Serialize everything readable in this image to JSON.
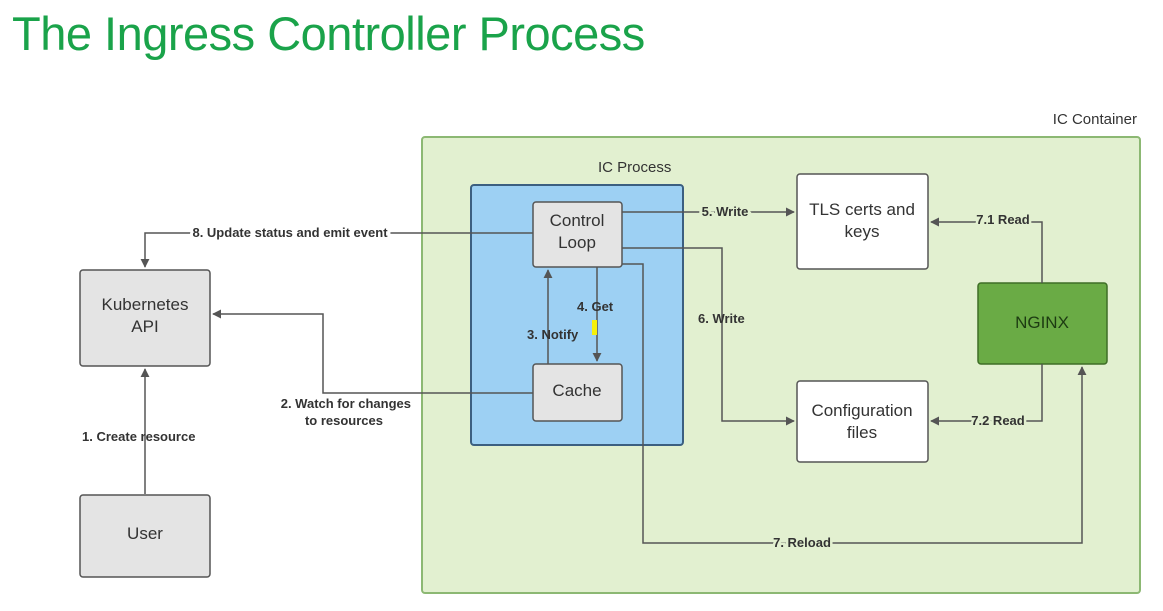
{
  "title": "The Ingress Controller Process",
  "colors": {
    "title": "#1aa34a",
    "container_fill": "#e2f0d0",
    "container_stroke": "#8cb873",
    "process_fill": "#9dd0f3",
    "process_stroke": "#3c5f80",
    "nginx_fill": "#6aab45",
    "gray_box_fill": "#e4e4e4",
    "arrow": "#555555",
    "highlight": "#f5f10a"
  },
  "containers": {
    "ic_container": "IC Container",
    "ic_process": "IC Process"
  },
  "nodes": {
    "kubernetes_api": [
      "Kubernetes",
      "API"
    ],
    "user": "User",
    "control_loop": [
      "Control",
      "Loop"
    ],
    "cache": "Cache",
    "tls": [
      "TLS certs and",
      "keys"
    ],
    "config": [
      "Configuration",
      "files"
    ],
    "nginx": "NGINX"
  },
  "edges": {
    "create_resource": "1. Create resource",
    "watch": [
      "2. Watch for changes",
      "to resources"
    ],
    "notify": "3. Notify",
    "get": "4. Get",
    "write_tls": "5. Write",
    "write_config": "6. Write",
    "reload": "7. Reload",
    "read_tls": "7.1 Read",
    "read_config": "7.2 Read",
    "update_status": "8. Update status and emit event"
  }
}
